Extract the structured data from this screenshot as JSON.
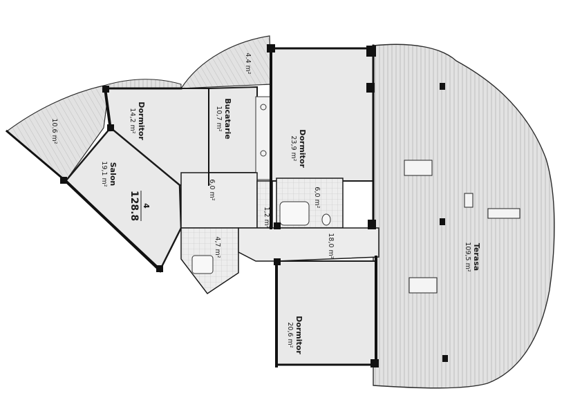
{
  "plan": {
    "unit": {
      "number": "4",
      "total_area": "128.8"
    },
    "rooms": [
      {
        "id": "balcony-west",
        "name": "",
        "area": "10.6 m²"
      },
      {
        "id": "dormitor-1",
        "name": "Dormitor",
        "area": "14,2 m²"
      },
      {
        "id": "bucatarie",
        "name": "Bucatarie",
        "area": "10,7 m²"
      },
      {
        "id": "balcony-north",
        "name": "",
        "area": "4.4 m²"
      },
      {
        "id": "dormitor-2",
        "name": "Dormitor",
        "area": "23,9 m²"
      },
      {
        "id": "salon",
        "name": "Salon",
        "area": "19,1 m²"
      },
      {
        "id": "hall-small",
        "name": "",
        "area": "6,0 m²"
      },
      {
        "id": "wc",
        "name": "",
        "area": "1,2 m²"
      },
      {
        "id": "bath-1",
        "name": "",
        "area": "6,0 m²"
      },
      {
        "id": "bath-2",
        "name": "",
        "area": "4,7 m²"
      },
      {
        "id": "hall-main",
        "name": "",
        "area": "18,0 m²"
      },
      {
        "id": "dormitor-3",
        "name": "Dormitor",
        "area": "20,6 m²"
      },
      {
        "id": "terasa",
        "name": "Terasa",
        "area": "109,5 m²"
      }
    ],
    "colors": {
      "background": "#ffffff",
      "floor": "#e6e6e6",
      "terrace": "#dedede",
      "hatch": "#b4b4b4",
      "wall": "#1a1a1a",
      "text": "#1a1a1a"
    }
  }
}
